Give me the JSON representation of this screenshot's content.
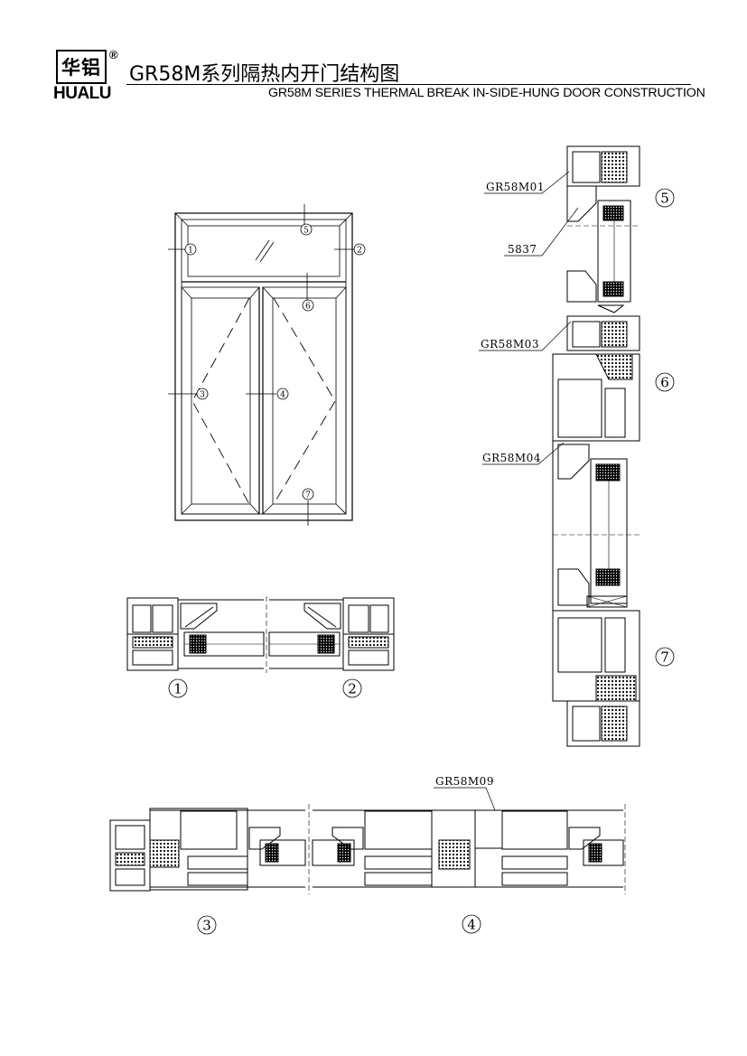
{
  "logo": {
    "cn": "华铝",
    "registered": "®",
    "en": "HUALU"
  },
  "title": {
    "cn": "GR58M系列隔热内开门结构图",
    "en": "GR58M SERIES THERMAL BREAK IN-SIDE-HUNG DOOR CONSTRUCTION"
  },
  "elevation": {
    "markers": [
      "1",
      "2",
      "3",
      "4",
      "5",
      "6",
      "7"
    ]
  },
  "section_labels": {
    "s1": "1",
    "s2": "2",
    "s3": "3",
    "s4": "4",
    "s5": "5",
    "s6": "6",
    "s7": "7"
  },
  "profile_codes": {
    "m01": "GR58M01",
    "p5837": "5837",
    "m03": "GR58M03",
    "m04": "GR58M04",
    "m09": "GR58M09"
  },
  "colors": {
    "line": "#000000",
    "background": "#ffffff",
    "hatch": "#000000"
  }
}
